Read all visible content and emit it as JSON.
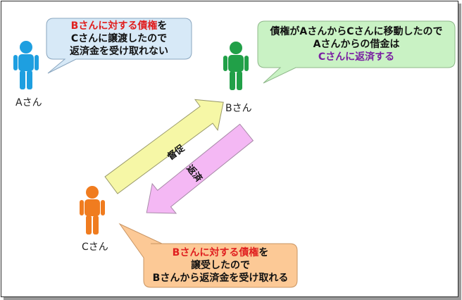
{
  "people": {
    "a": {
      "name": "Aさん",
      "color": "#1e9fe0"
    },
    "b": {
      "name": "Bさん",
      "color": "#21a048"
    },
    "c": {
      "name": "Cさん",
      "color": "#f07c1f"
    }
  },
  "arrows": {
    "tokusoku": {
      "label": "督促",
      "color": "#f6f7a6"
    },
    "hensai": {
      "label": "返済",
      "color": "#f4b8f4"
    }
  },
  "bubbles": {
    "a": {
      "line1_red": "Bさんに対する債権",
      "line1_rest": "を",
      "line2": "Cさんに譲渡したので",
      "line3": "返済金を受け取れない",
      "color": "#d7e9f7"
    },
    "b": {
      "line1": "債権がAさんからCさんに移動したので",
      "line2": "Aさんからの借金は",
      "line3_purple": "Cさんに返済する",
      "color": "#c9f2c4"
    },
    "c": {
      "line1_red": "Bさんに対する債権",
      "line1_rest": "を",
      "line2": "譲受したので",
      "line3": "Bさんから返済金を受け取れる",
      "color": "#fcc996"
    }
  }
}
